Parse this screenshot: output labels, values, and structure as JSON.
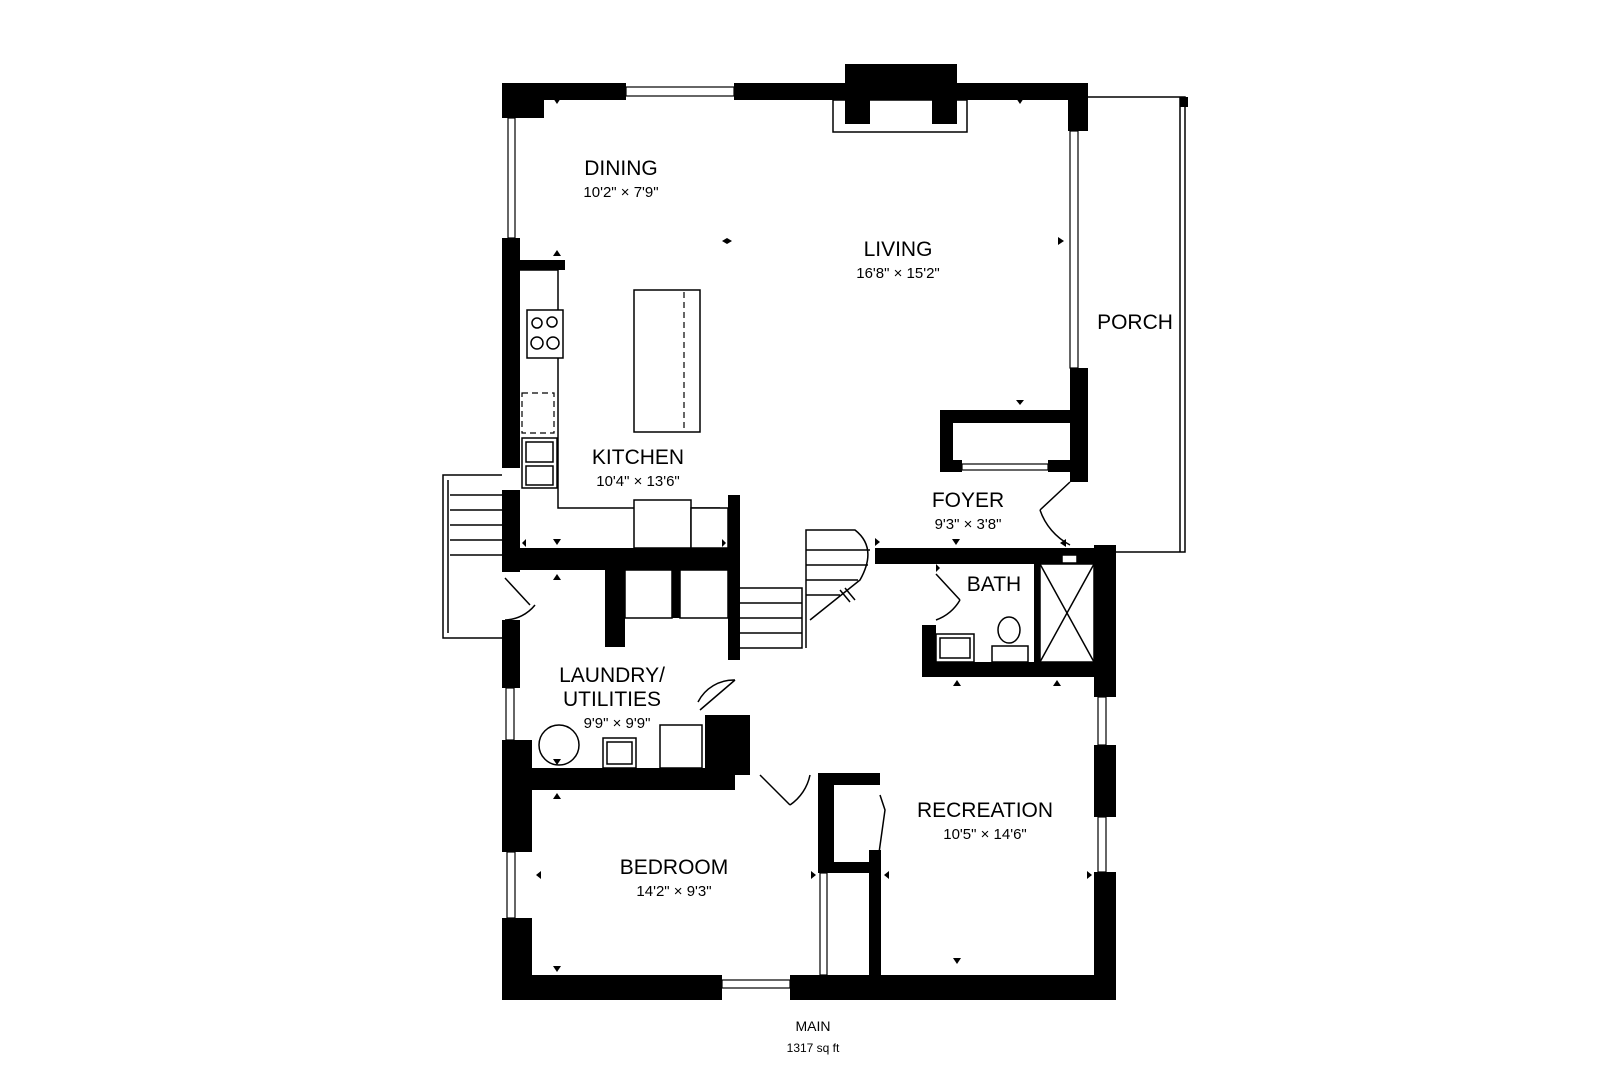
{
  "rooms": {
    "dining": {
      "name": "DINING",
      "size": "10'2\" × 7'9\""
    },
    "living": {
      "name": "LIVING",
      "size": "16'8\" × 15'2\""
    },
    "porch": {
      "name": "PORCH"
    },
    "kitchen": {
      "name": "KITCHEN",
      "size": "10'4\" × 13'6\""
    },
    "foyer": {
      "name": "FOYER",
      "size": "9'3\" × 3'8\""
    },
    "bath": {
      "name": "BATH"
    },
    "laundry": {
      "name_line1": "LAUNDRY/",
      "name_line2": "UTILITIES",
      "size": "9'9\" × 9'9\""
    },
    "recreation": {
      "name": "RECREATION",
      "size": "10'5\" × 14'6\""
    },
    "bedroom": {
      "name": "BEDROOM",
      "size": "14'2\" × 9'3\""
    }
  },
  "floor": {
    "name": "MAIN",
    "area": "1317 sq ft"
  },
  "colors": {
    "wall": "#000000",
    "background": "#ffffff"
  }
}
